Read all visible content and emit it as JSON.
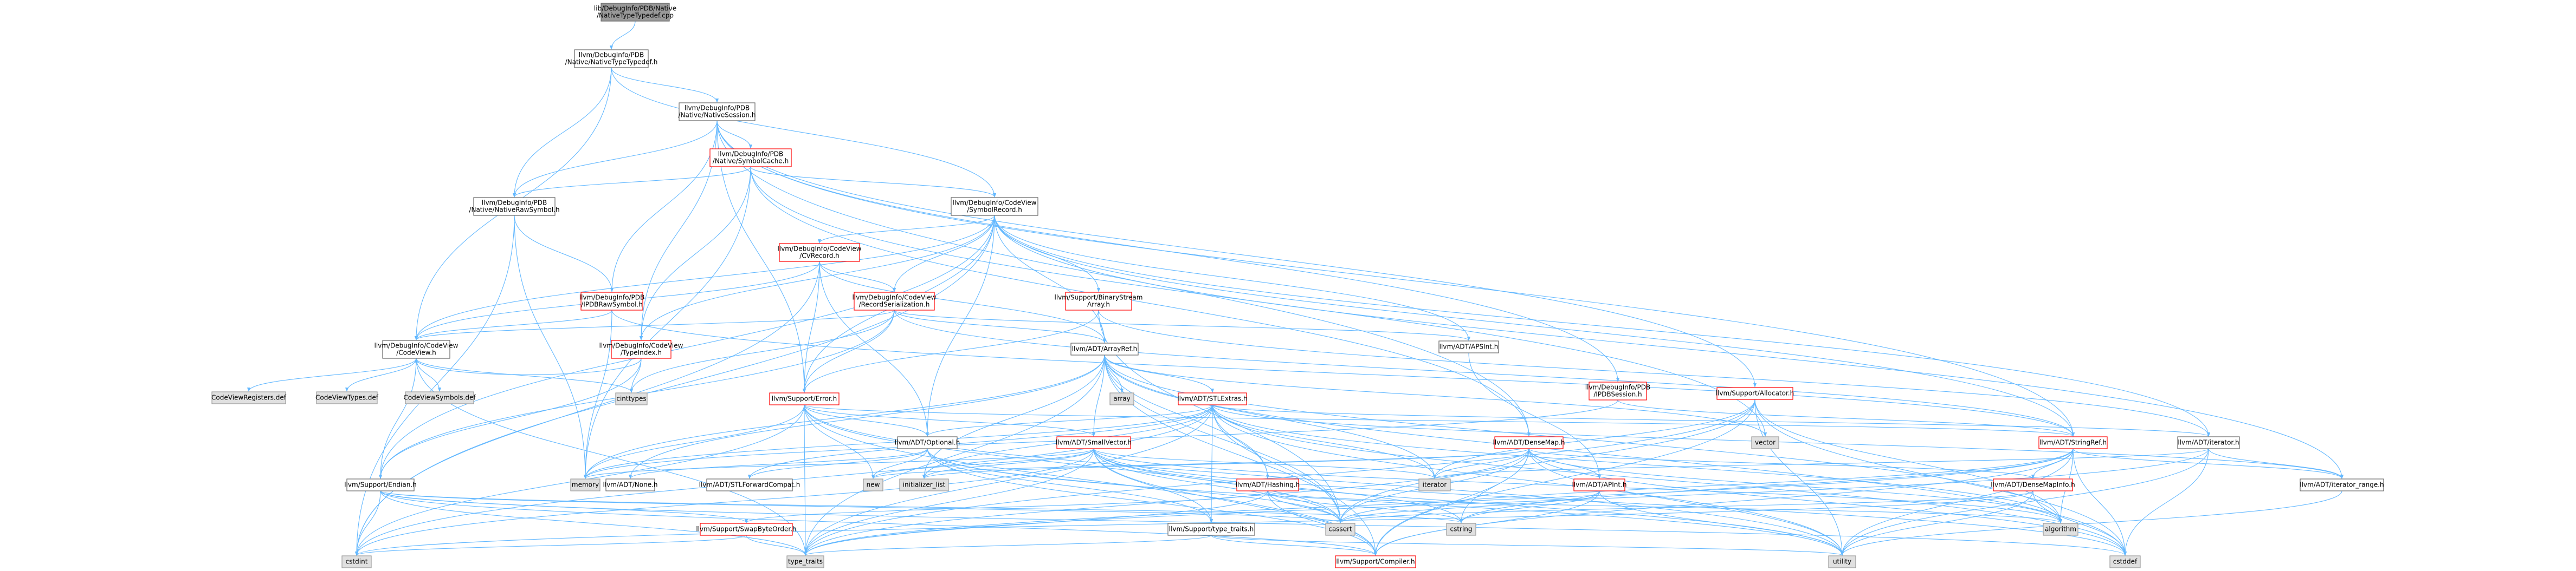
{
  "nodes": [
    {
      "id": "root",
      "lines": [
        "lib/DebugInfo/PDB/Native",
        "/NativeTypeTypedef.cpp"
      ],
      "style": "root"
    },
    {
      "id": "ntt",
      "lines": [
        "llvm/DebugInfo/PDB",
        "/Native/NativeTypeTypedef.h"
      ],
      "style": "black"
    },
    {
      "id": "ns",
      "lines": [
        "llvm/DebugInfo/PDB",
        "/Native/NativeSession.h"
      ],
      "style": "black"
    },
    {
      "id": "nsc",
      "lines": [
        "llvm/DebugInfo/PDB",
        "/Native/SymbolCache.h"
      ],
      "style": "red"
    },
    {
      "id": "nrs",
      "lines": [
        "llvm/DebugInfo/PDB",
        "/Native/NativeRawSymbol.h"
      ],
      "style": "black"
    },
    {
      "id": "sr",
      "lines": [
        "llvm/DebugInfo/CodeView",
        "/SymbolRecord.h"
      ],
      "style": "black"
    },
    {
      "id": "cvr",
      "lines": [
        "llvm/DebugInfo/CodeView",
        "/CVRecord.h"
      ],
      "style": "red"
    },
    {
      "id": "ipdbraw",
      "lines": [
        "llvm/DebugInfo/PDB",
        "/IPDBRawSymbol.h"
      ],
      "style": "red"
    },
    {
      "id": "recser",
      "lines": [
        "llvm/DebugInfo/CodeView",
        "/RecordSerialization.h"
      ],
      "style": "red"
    },
    {
      "id": "bsa",
      "lines": [
        "llvm/Support/BinaryStream",
        "Array.h"
      ],
      "style": "red"
    },
    {
      "id": "cv",
      "lines": [
        "llvm/DebugInfo/CodeView",
        "/CodeView.h"
      ],
      "style": "black"
    },
    {
      "id": "ti",
      "lines": [
        "llvm/DebugInfo/CodeView",
        "/TypeIndex.h"
      ],
      "style": "red"
    },
    {
      "id": "arrayref",
      "lines": [
        "llvm/ADT/ArrayRef.h"
      ],
      "style": "black"
    },
    {
      "id": "apsint",
      "lines": [
        "llvm/ADT/APSInt.h"
      ],
      "style": "black"
    },
    {
      "id": "ipdbsess",
      "lines": [
        "llvm/DebugInfo/PDB",
        "/IPDBSession.h"
      ],
      "style": "red"
    },
    {
      "id": "alloc",
      "lines": [
        "llvm/Support/Allocator.h"
      ],
      "style": "red"
    },
    {
      "id": "cvreg",
      "lines": [
        "CodeViewRegisters.def"
      ],
      "style": "gray"
    },
    {
      "id": "cvtypes",
      "lines": [
        "CodeViewTypes.def"
      ],
      "style": "gray"
    },
    {
      "id": "cvsym",
      "lines": [
        "CodeViewSymbols.def"
      ],
      "style": "gray"
    },
    {
      "id": "cinttypes",
      "lines": [
        "cinttypes"
      ],
      "style": "gray"
    },
    {
      "id": "superror",
      "lines": [
        "llvm/Support/Error.h"
      ],
      "style": "red"
    },
    {
      "id": "array",
      "lines": [
        "array"
      ],
      "style": "gray"
    },
    {
      "id": "stlextras",
      "lines": [
        "llvm/ADT/STLExtras.h"
      ],
      "style": "red"
    },
    {
      "id": "smallvec",
      "lines": [
        "llvm/ADT/SmallVector.h"
      ],
      "style": "red"
    },
    {
      "id": "optional",
      "lines": [
        "llvm/ADT/Optional.h"
      ],
      "style": "black"
    },
    {
      "id": "densemap",
      "lines": [
        "llvm/ADT/DenseMap.h"
      ],
      "style": "red"
    },
    {
      "id": "vector",
      "lines": [
        "vector"
      ],
      "style": "gray"
    },
    {
      "id": "stringref",
      "lines": [
        "llvm/ADT/StringRef.h"
      ],
      "style": "red"
    },
    {
      "id": "adtiter",
      "lines": [
        "llvm/ADT/iterator.h"
      ],
      "style": "black"
    },
    {
      "id": "endian",
      "lines": [
        "llvm/Support/Endian.h"
      ],
      "style": "black"
    },
    {
      "id": "memory",
      "lines": [
        "memory"
      ],
      "style": "gray"
    },
    {
      "id": "none",
      "lines": [
        "llvm/ADT/None.h"
      ],
      "style": "black"
    },
    {
      "id": "stlfwd",
      "lines": [
        "llvm/ADT/STLForwardCompat.h"
      ],
      "style": "black"
    },
    {
      "id": "new",
      "lines": [
        "new"
      ],
      "style": "gray"
    },
    {
      "id": "initlist",
      "lines": [
        "initializer_list"
      ],
      "style": "gray"
    },
    {
      "id": "hashing",
      "lines": [
        "llvm/ADT/Hashing.h"
      ],
      "style": "red"
    },
    {
      "id": "iterator",
      "lines": [
        "iterator"
      ],
      "style": "gray"
    },
    {
      "id": "apint",
      "lines": [
        "llvm/ADT/APInt.h"
      ],
      "style": "red"
    },
    {
      "id": "dmi",
      "lines": [
        "llvm/ADT/DenseMapInfo.h"
      ],
      "style": "red"
    },
    {
      "id": "iterrange",
      "lines": [
        "llvm/ADT/iterator_range.h"
      ],
      "style": "black"
    },
    {
      "id": "algorithm",
      "lines": [
        "algorithm"
      ],
      "style": "gray"
    },
    {
      "id": "cstring",
      "lines": [
        "cstring"
      ],
      "style": "gray"
    },
    {
      "id": "cassert",
      "lines": [
        "cassert"
      ],
      "style": "gray"
    },
    {
      "id": "typetraitsh",
      "lines": [
        "llvm/Support/type_traits.h"
      ],
      "style": "black"
    },
    {
      "id": "swap",
      "lines": [
        "llvm/Support/SwapByteOrder.h"
      ],
      "style": "red"
    },
    {
      "id": "cstdint",
      "lines": [
        "cstdint"
      ],
      "style": "gray"
    },
    {
      "id": "type_traits",
      "lines": [
        "type_traits"
      ],
      "style": "gray"
    },
    {
      "id": "compiler",
      "lines": [
        "llvm/Support/Compiler.h"
      ],
      "style": "red"
    },
    {
      "id": "utility",
      "lines": [
        "utility"
      ],
      "style": "gray"
    },
    {
      "id": "cstddef",
      "lines": [
        "cstddef"
      ],
      "style": "gray"
    }
  ],
  "edges": [
    [
      "root",
      "ntt"
    ],
    [
      "ntt",
      "ns"
    ],
    [
      "ntt",
      "nrs"
    ],
    [
      "ntt",
      "sr"
    ],
    [
      "ntt",
      "cv"
    ],
    [
      "ns",
      "nsc"
    ],
    [
      "ns",
      "nrs"
    ],
    [
      "ns",
      "ipdbraw"
    ],
    [
      "ns",
      "ti"
    ],
    [
      "ns",
      "superror"
    ],
    [
      "ns",
      "ipdbsess"
    ],
    [
      "ns",
      "alloc"
    ],
    [
      "ns",
      "stringref"
    ],
    [
      "ns",
      "densemap"
    ],
    [
      "nsc",
      "nrs"
    ],
    [
      "nsc",
      "sr"
    ],
    [
      "nsc",
      "ti"
    ],
    [
      "nsc",
      "densemap"
    ],
    [
      "nsc",
      "memory"
    ],
    [
      "nsc",
      "vector"
    ],
    [
      "nrs",
      "ipdbraw"
    ],
    [
      "nrs",
      "memory"
    ],
    [
      "nrs",
      "cstdint"
    ],
    [
      "sr",
      "cvr"
    ],
    [
      "sr",
      "recser"
    ],
    [
      "sr",
      "bsa"
    ],
    [
      "sr",
      "cv"
    ],
    [
      "sr",
      "ti"
    ],
    [
      "sr",
      "arrayref"
    ],
    [
      "sr",
      "apsint"
    ],
    [
      "sr",
      "optional"
    ],
    [
      "sr",
      "stringref"
    ],
    [
      "sr",
      "adtiter"
    ],
    [
      "sr",
      "iterrange"
    ],
    [
      "sr",
      "endian"
    ],
    [
      "sr",
      "cstdint"
    ],
    [
      "sr",
      "superror"
    ],
    [
      "cvr",
      "cv"
    ],
    [
      "cvr",
      "recser"
    ],
    [
      "cvr",
      "arrayref"
    ],
    [
      "cvr",
      "superror"
    ],
    [
      "cvr",
      "optional"
    ],
    [
      "cvr",
      "cstdint"
    ],
    [
      "ipdbraw",
      "cv"
    ],
    [
      "ipdbraw",
      "memory"
    ],
    [
      "ipdbraw",
      "stringref"
    ],
    [
      "recser",
      "cv"
    ],
    [
      "recser",
      "arrayref"
    ],
    [
      "recser",
      "apsint"
    ],
    [
      "recser",
      "stringref"
    ],
    [
      "recser",
      "endian"
    ],
    [
      "recser",
      "superror"
    ],
    [
      "recser",
      "cinttypes"
    ],
    [
      "bsa",
      "arrayref"
    ],
    [
      "bsa",
      "adtiter"
    ],
    [
      "bsa",
      "superror"
    ],
    [
      "bsa",
      "cassert"
    ],
    [
      "cv",
      "cvreg"
    ],
    [
      "cv",
      "cvtypes"
    ],
    [
      "cv",
      "cvsym"
    ],
    [
      "cv",
      "cinttypes"
    ],
    [
      "cv",
      "type_traits"
    ],
    [
      "cv",
      "endian"
    ],
    [
      "ti",
      "cv"
    ],
    [
      "ti",
      "cinttypes"
    ],
    [
      "ti",
      "endian"
    ],
    [
      "arrayref",
      "hashing"
    ],
    [
      "arrayref",
      "none"
    ],
    [
      "arrayref",
      "smallvec"
    ],
    [
      "arrayref",
      "stlextras"
    ],
    [
      "arrayref",
      "compiler"
    ],
    [
      "arrayref",
      "algorithm"
    ],
    [
      "arrayref",
      "array"
    ],
    [
      "arrayref",
      "cassert"
    ],
    [
      "arrayref",
      "cstddef"
    ],
    [
      "arrayref",
      "initlist"
    ],
    [
      "arrayref",
      "iterator"
    ],
    [
      "arrayref",
      "memory"
    ],
    [
      "arrayref",
      "type_traits"
    ],
    [
      "arrayref",
      "vector"
    ],
    [
      "apsint",
      "apint"
    ],
    [
      "ipdbsess",
      "memory"
    ],
    [
      "ipdbsess",
      "stringref"
    ],
    [
      "alloc",
      "compiler"
    ],
    [
      "alloc",
      "algorithm"
    ],
    [
      "alloc",
      "cassert"
    ],
    [
      "alloc",
      "cstddef"
    ],
    [
      "alloc",
      "iterator"
    ],
    [
      "alloc",
      "type_traits"
    ],
    [
      "alloc",
      "utility"
    ],
    [
      "superror",
      "stringref"
    ],
    [
      "superror",
      "smallvec"
    ],
    [
      "superror",
      "compiler"
    ],
    [
      "superror",
      "cassert"
    ],
    [
      "superror",
      "cstdint"
    ],
    [
      "superror",
      "memory"
    ],
    [
      "superror",
      "new"
    ],
    [
      "superror",
      "type_traits"
    ],
    [
      "superror",
      "utility"
    ],
    [
      "superror",
      "optional"
    ],
    [
      "stlextras",
      "optional"
    ],
    [
      "stlextras",
      "stlfwd"
    ],
    [
      "stlextras",
      "adtiter"
    ],
    [
      "stlextras",
      "iterrange"
    ],
    [
      "stlextras",
      "typetraitsh"
    ],
    [
      "stlextras",
      "hashing"
    ],
    [
      "stlextras",
      "algorithm"
    ],
    [
      "stlextras",
      "cassert"
    ],
    [
      "stlextras",
      "cstddef"
    ],
    [
      "stlextras",
      "cstdint"
    ],
    [
      "stlextras",
      "initlist"
    ],
    [
      "stlextras",
      "iterator"
    ],
    [
      "stlextras",
      "memory"
    ],
    [
      "stlextras",
      "type_traits"
    ],
    [
      "stlextras",
      "utility"
    ],
    [
      "smallvec",
      "compiler"
    ],
    [
      "smallvec",
      "typetraitsh"
    ],
    [
      "smallvec",
      "algorithm"
    ],
    [
      "smallvec",
      "cassert"
    ],
    [
      "smallvec",
      "cstddef"
    ],
    [
      "smallvec",
      "cstdint"
    ],
    [
      "smallvec",
      "cstring"
    ],
    [
      "smallvec",
      "initlist"
    ],
    [
      "smallvec",
      "iterator"
    ],
    [
      "smallvec",
      "memory"
    ],
    [
      "smallvec",
      "new"
    ],
    [
      "smallvec",
      "type_traits"
    ],
    [
      "smallvec",
      "utility"
    ],
    [
      "optional",
      "none"
    ],
    [
      "optional",
      "stlfwd"
    ],
    [
      "optional",
      "compiler"
    ],
    [
      "optional",
      "typetraitsh"
    ],
    [
      "optional",
      "cassert"
    ],
    [
      "optional",
      "new"
    ],
    [
      "optional",
      "utility"
    ],
    [
      "densemap",
      "dmi"
    ],
    [
      "densemap",
      "apint"
    ],
    [
      "densemap",
      "compiler"
    ],
    [
      "densemap",
      "algorithm"
    ],
    [
      "densemap",
      "cassert"
    ],
    [
      "densemap",
      "cstddef"
    ],
    [
      "densemap",
      "cstring"
    ],
    [
      "densemap",
      "initlist"
    ],
    [
      "densemap",
      "iterator"
    ],
    [
      "densemap",
      "new"
    ],
    [
      "densemap",
      "type_traits"
    ],
    [
      "densemap",
      "utility"
    ],
    [
      "stringref",
      "dmi"
    ],
    [
      "stringref",
      "iterrange"
    ],
    [
      "stringref",
      "compiler"
    ],
    [
      "stringref",
      "algorithm"
    ],
    [
      "stringref",
      "cassert"
    ],
    [
      "stringref",
      "cstddef"
    ],
    [
      "stringref",
      "cstring"
    ],
    [
      "stringref",
      "type_traits"
    ],
    [
      "stringref",
      "utility"
    ],
    [
      "adtiter",
      "iterrange"
    ],
    [
      "adtiter",
      "cstddef"
    ],
    [
      "adtiter",
      "iterator"
    ],
    [
      "adtiter",
      "type_traits"
    ],
    [
      "adtiter",
      "utility"
    ],
    [
      "endian",
      "compiler"
    ],
    [
      "endian",
      "swap"
    ],
    [
      "endian",
      "cassert"
    ],
    [
      "endian",
      "cstddef"
    ],
    [
      "endian",
      "cstdint"
    ],
    [
      "endian",
      "cstring"
    ],
    [
      "endian",
      "type_traits"
    ],
    [
      "hashing",
      "compiler"
    ],
    [
      "hashing",
      "swap"
    ],
    [
      "hashing",
      "algorithm"
    ],
    [
      "hashing",
      "cassert"
    ],
    [
      "hashing",
      "cstring"
    ],
    [
      "hashing",
      "type_traits"
    ],
    [
      "apint",
      "compiler"
    ],
    [
      "apint",
      "cassert"
    ],
    [
      "apint",
      "cstring"
    ],
    [
      "apint",
      "utility"
    ],
    [
      "dmi",
      "cassert"
    ],
    [
      "dmi",
      "cstddef"
    ],
    [
      "dmi",
      "cstdint"
    ],
    [
      "dmi",
      "utility"
    ],
    [
      "iterrange",
      "utility"
    ],
    [
      "typetraitsh",
      "compiler"
    ],
    [
      "typetraitsh",
      "type_traits"
    ],
    [
      "typetraitsh",
      "utility"
    ],
    [
      "swap",
      "cstdint"
    ],
    [
      "swap",
      "type_traits"
    ]
  ]
}
